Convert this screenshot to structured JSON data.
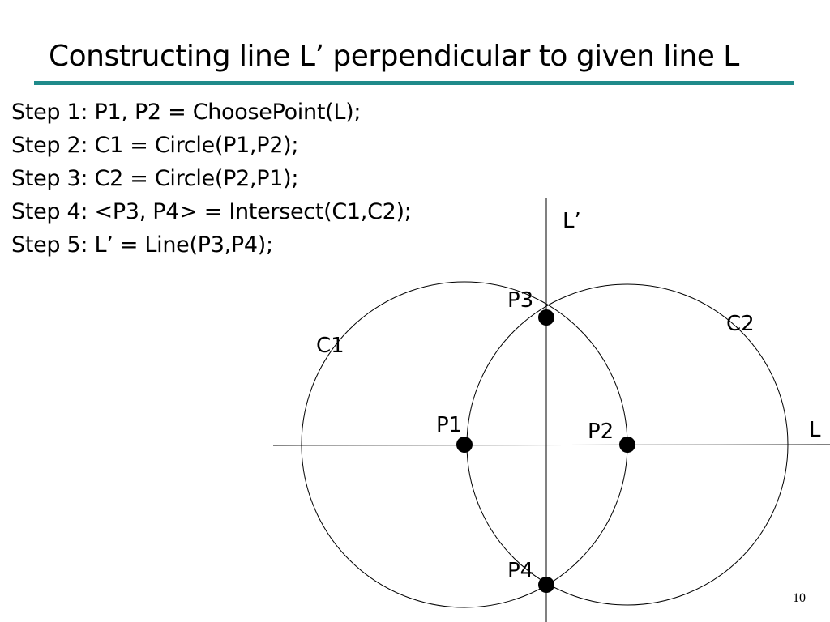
{
  "slide": {
    "title": "Constructing line L’ perpendicular to given line L",
    "accent_color": "#1f8a8a",
    "steps": [
      "Step 1: P1, P2 = ChoosePoint(L);",
      "Step 2: C1 = Circle(P1,P2);",
      "Step 3: C2 = Circle(P2,P1);",
      "Step 4: <P3, P4> = Intersect(C1,C2);",
      "Step 5: L’ = Line(P3,P4);"
    ],
    "page_number": "10"
  },
  "diagram": {
    "labels": {
      "line_l": "L",
      "line_l_prime": "L’",
      "circle_c1": "C1",
      "circle_c2": "C2",
      "p1": "P1",
      "p2": "P2",
      "p3": "P3",
      "p4": "P4"
    }
  }
}
